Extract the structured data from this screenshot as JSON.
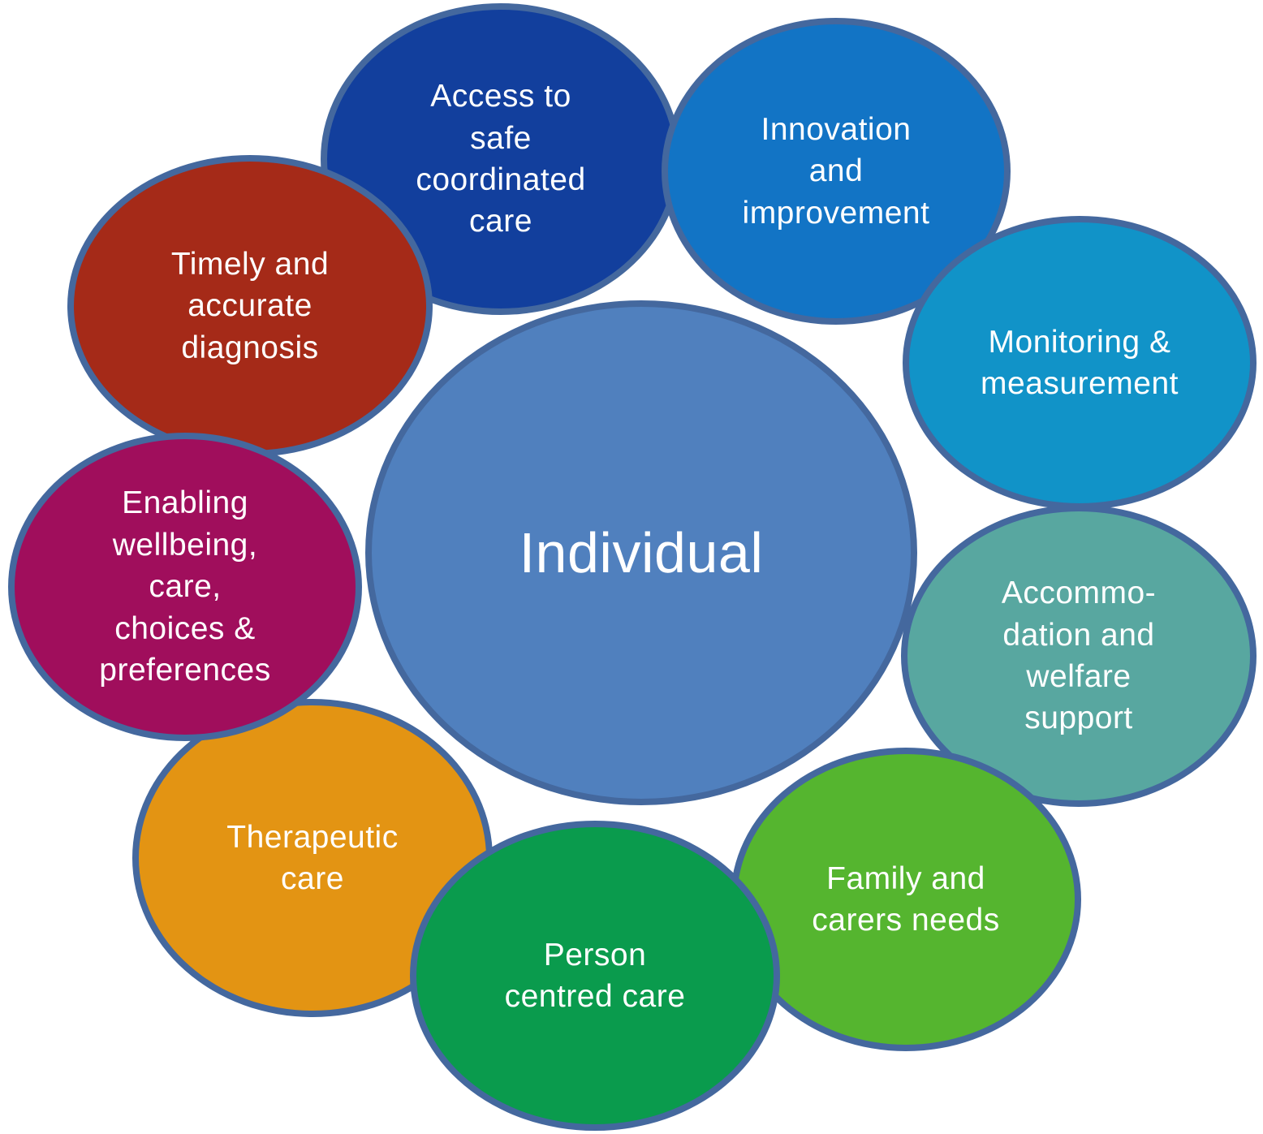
{
  "background_color": "#FFFFFF",
  "border_color": "#44689E",
  "text_color": "#FFFFFF",
  "diagram": {
    "center_circle": {
      "label": "Individual",
      "fill": "#5080BE"
    },
    "satellite_circles": [
      {
        "label": "Access to\nsafe\ncoordinated\ncare",
        "fill": "#123F9D"
      },
      {
        "label": "Innovation\nand\nimprovement",
        "fill": "#1274C5"
      },
      {
        "label": "Monitoring &\nmeasurement",
        "fill": "#1193C8"
      },
      {
        "label": "Accommo-\ndation and\nwelfare\nsupport",
        "fill": "#58A7A0"
      },
      {
        "label": "Family and\ncarers needs",
        "fill": "#55B52F"
      },
      {
        "label": "Person\ncentred care",
        "fill": "#0A9B4D"
      },
      {
        "label": "Therapeutic\ncare",
        "fill": "#E39413"
      },
      {
        "label": "Enabling\nwellbeing,\ncare,\nchoices &\npreferences",
        "fill": "#A00E5C"
      },
      {
        "label": "Timely and\naccurate\ndiagnosis",
        "fill": "#A52A18"
      }
    ]
  }
}
